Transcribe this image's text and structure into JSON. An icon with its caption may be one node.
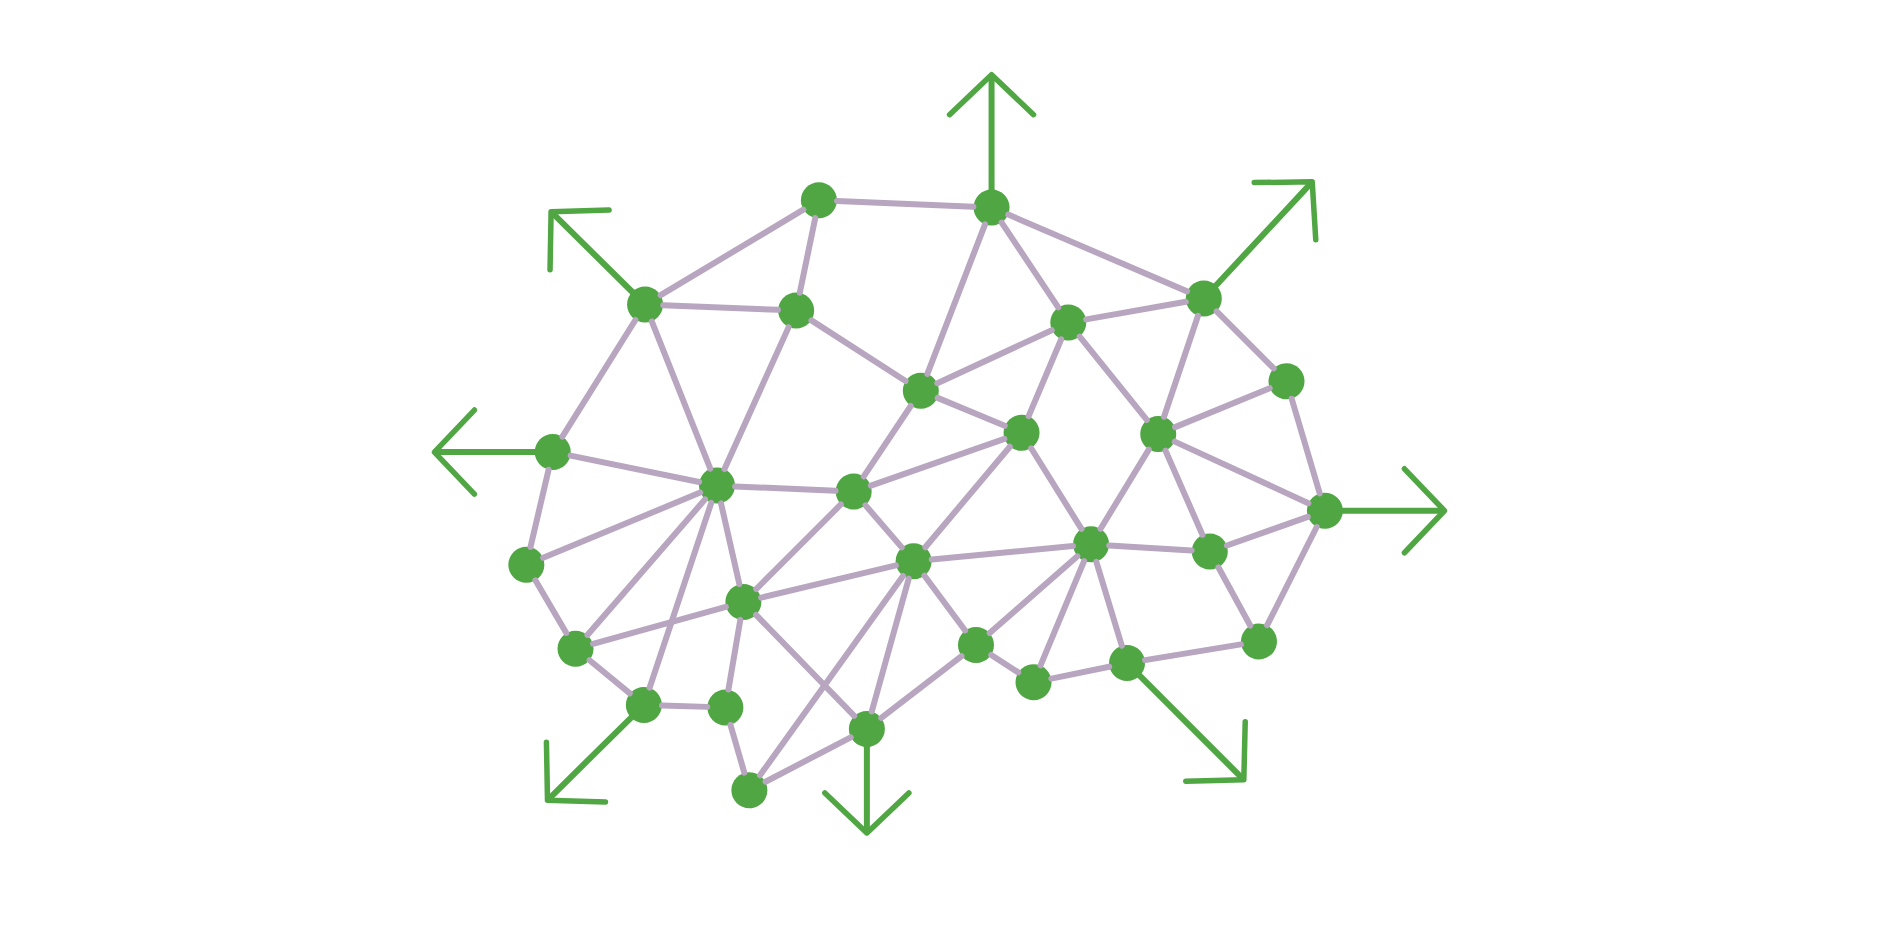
{
  "diagram": {
    "nodes": [
      {
        "text": [],
        "shape": "circle"
      },
      {
        "text": [],
        "shape": "circle"
      },
      {
        "text": [],
        "shape": "circle"
      },
      {
        "text": [],
        "shape": "circle"
      },
      {
        "text": [],
        "shape": "circle"
      },
      {
        "text": [],
        "shape": "circle"
      },
      {
        "text": [],
        "shape": "circle"
      },
      {
        "text": [],
        "shape": "circle"
      },
      {
        "text": [],
        "shape": "circle"
      },
      {
        "text": [],
        "shape": "circle"
      },
      {
        "text": [],
        "shape": "circle"
      },
      {
        "text": [],
        "shape": "circle"
      },
      {
        "text": [],
        "shape": "circle"
      },
      {
        "text": [],
        "shape": "circle"
      },
      {
        "text": [],
        "shape": "circle"
      },
      {
        "text": [],
        "shape": "circle"
      },
      {
        "text": [],
        "shape": "circle"
      },
      {
        "text": [],
        "shape": "circle"
      },
      {
        "text": [],
        "shape": "circle"
      },
      {
        "text": [],
        "shape": "circle"
      },
      {
        "text": [],
        "shape": "circle"
      },
      {
        "text": [],
        "shape": "circle"
      },
      {
        "text": [],
        "shape": "circle"
      },
      {
        "text": [],
        "shape": "circle"
      },
      {
        "text": [],
        "shape": "circle"
      },
      {
        "text": [],
        "shape": "circle"
      },
      {
        "text": [],
        "shape": "circle"
      },
      {
        "text": [],
        "shape": "circle"
      }
    ],
    "edges": [
      {
        "from": 0,
        "to": 1,
        "arrow": "none"
      },
      {
        "from": 0,
        "to": 2,
        "arrow": "none"
      },
      {
        "from": 0,
        "to": 3,
        "arrow": "none"
      },
      {
        "from": 2,
        "to": 3,
        "arrow": "none"
      },
      {
        "from": 1,
        "to": 4,
        "arrow": "none"
      },
      {
        "from": 1,
        "to": 5,
        "arrow": "none"
      },
      {
        "from": 1,
        "to": 7,
        "arrow": "none"
      },
      {
        "from": 3,
        "to": 7,
        "arrow": "none"
      },
      {
        "from": 7,
        "to": 5,
        "arrow": "none"
      },
      {
        "from": 5,
        "to": 4,
        "arrow": "none"
      },
      {
        "from": 4,
        "to": 6,
        "arrow": "none"
      },
      {
        "from": 4,
        "to": 10,
        "arrow": "none"
      },
      {
        "from": 5,
        "to": 10,
        "arrow": "none"
      },
      {
        "from": 5,
        "to": 9,
        "arrow": "none"
      },
      {
        "from": 7,
        "to": 9,
        "arrow": "none"
      },
      {
        "from": 7,
        "to": 12,
        "arrow": "none"
      },
      {
        "from": 2,
        "to": 8,
        "arrow": "none"
      },
      {
        "from": 2,
        "to": 11,
        "arrow": "none"
      },
      {
        "from": 3,
        "to": 11,
        "arrow": "none"
      },
      {
        "from": 8,
        "to": 11,
        "arrow": "none"
      },
      {
        "from": 8,
        "to": 13,
        "arrow": "none"
      },
      {
        "from": 11,
        "to": 12,
        "arrow": "none"
      },
      {
        "from": 12,
        "to": 9,
        "arrow": "none"
      },
      {
        "from": 9,
        "to": 16,
        "arrow": "none"
      },
      {
        "from": 10,
        "to": 16,
        "arrow": "none"
      },
      {
        "from": 10,
        "to": 6,
        "arrow": "none"
      },
      {
        "from": 10,
        "to": 14,
        "arrow": "none"
      },
      {
        "from": 6,
        "to": 14,
        "arrow": "none"
      },
      {
        "from": 10,
        "to": 17,
        "arrow": "none"
      },
      {
        "from": 14,
        "to": 17,
        "arrow": "none"
      },
      {
        "from": 14,
        "to": 21,
        "arrow": "none"
      },
      {
        "from": 17,
        "to": 21,
        "arrow": "none"
      },
      {
        "from": 16,
        "to": 17,
        "arrow": "none"
      },
      {
        "from": 12,
        "to": 15,
        "arrow": "none"
      },
      {
        "from": 9,
        "to": 15,
        "arrow": "none"
      },
      {
        "from": 15,
        "to": 16,
        "arrow": "none"
      },
      {
        "from": 11,
        "to": 13,
        "arrow": "none"
      },
      {
        "from": 11,
        "to": 19,
        "arrow": "none"
      },
      {
        "from": 11,
        "to": 18,
        "arrow": "none"
      },
      {
        "from": 11,
        "to": 24,
        "arrow": "none"
      },
      {
        "from": 12,
        "to": 18,
        "arrow": "none"
      },
      {
        "from": 13,
        "to": 19,
        "arrow": "none"
      },
      {
        "from": 19,
        "to": 18,
        "arrow": "none"
      },
      {
        "from": 18,
        "to": 15,
        "arrow": "none"
      },
      {
        "from": 19,
        "to": 24,
        "arrow": "none"
      },
      {
        "from": 24,
        "to": 25,
        "arrow": "none"
      },
      {
        "from": 18,
        "to": 25,
        "arrow": "none"
      },
      {
        "from": 18,
        "to": 26,
        "arrow": "none"
      },
      {
        "from": 25,
        "to": 27,
        "arrow": "none"
      },
      {
        "from": 27,
        "to": 15,
        "arrow": "none"
      },
      {
        "from": 27,
        "to": 26,
        "arrow": "none"
      },
      {
        "from": 15,
        "to": 26,
        "arrow": "none"
      },
      {
        "from": 15,
        "to": 20,
        "arrow": "none"
      },
      {
        "from": 20,
        "to": 23,
        "arrow": "none"
      },
      {
        "from": 20,
        "to": 16,
        "arrow": "none"
      },
      {
        "from": 26,
        "to": 20,
        "arrow": "none"
      },
      {
        "from": 16,
        "to": 23,
        "arrow": "none"
      },
      {
        "from": 16,
        "to": 22,
        "arrow": "none"
      },
      {
        "from": 22,
        "to": 21,
        "arrow": "none"
      },
      {
        "from": 23,
        "to": 22,
        "arrow": "none"
      },
      {
        "from": 1,
        "to": null,
        "arrow": "to",
        "color": "#4fa643"
      },
      {
        "from": 4,
        "to": null,
        "arrow": "to",
        "color": "#4fa643"
      },
      {
        "from": 2,
        "to": null,
        "arrow": "to",
        "color": "#4fa643"
      },
      {
        "from": 8,
        "to": null,
        "arrow": "to",
        "color": "#4fa643"
      },
      {
        "from": 14,
        "to": null,
        "arrow": "to",
        "color": "#4fa643"
      },
      {
        "from": 22,
        "to": null,
        "arrow": "to",
        "color": "#4fa643"
      },
      {
        "from": 26,
        "to": null,
        "arrow": "to",
        "color": "#4fa643"
      },
      {
        "from": 24,
        "to": null,
        "arrow": "to",
        "color": "#4fa643"
      }
    ]
  }
}
